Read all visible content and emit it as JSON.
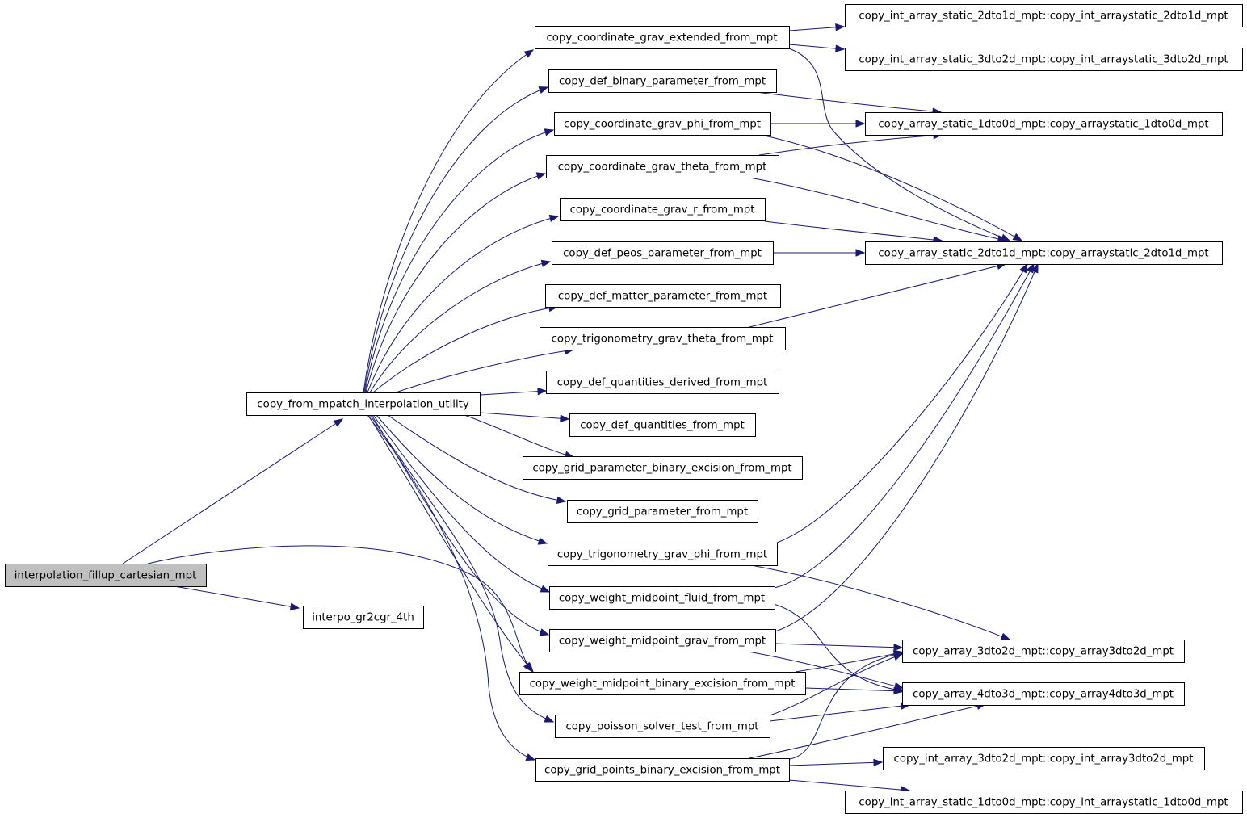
{
  "graph": {
    "root_color": "#bfbfbf",
    "edge_color": "#191970",
    "nodes": [
      {
        "id": "root",
        "label": "interpolation_fillup_cartesian_mpt",
        "root": true
      },
      {
        "id": "mpatch",
        "label": "copy_from_mpatch_interpolation_utility"
      },
      {
        "id": "interpo",
        "label": "interpo_gr2cgr_4th"
      },
      {
        "id": "coord_ext",
        "label": "copy_coordinate_grav_extended_from_mpt"
      },
      {
        "id": "def_binary",
        "label": "copy_def_binary_parameter_from_mpt"
      },
      {
        "id": "coord_phi",
        "label": "copy_coordinate_grav_phi_from_mpt"
      },
      {
        "id": "coord_theta",
        "label": "copy_coordinate_grav_theta_from_mpt"
      },
      {
        "id": "coord_r",
        "label": "copy_coordinate_grav_r_from_mpt"
      },
      {
        "id": "def_peos",
        "label": "copy_def_peos_parameter_from_mpt"
      },
      {
        "id": "def_matter",
        "label": "copy_def_matter_parameter_from_mpt"
      },
      {
        "id": "trig_theta",
        "label": "copy_trigonometry_grav_theta_from_mpt"
      },
      {
        "id": "def_qder",
        "label": "copy_def_quantities_derived_from_mpt"
      },
      {
        "id": "def_q",
        "label": "copy_def_quantities_from_mpt"
      },
      {
        "id": "grid_bin_exc",
        "label": "copy_grid_parameter_binary_excision_from_mpt"
      },
      {
        "id": "grid_param",
        "label": "copy_grid_parameter_from_mpt"
      },
      {
        "id": "trig_phi",
        "label": "copy_trigonometry_grav_phi_from_mpt"
      },
      {
        "id": "wm_fluid",
        "label": "copy_weight_midpoint_fluid_from_mpt"
      },
      {
        "id": "wm_grav",
        "label": "copy_weight_midpoint_grav_from_mpt"
      },
      {
        "id": "wm_bin",
        "label": "copy_weight_midpoint_binary_excision_from_mpt"
      },
      {
        "id": "poisson",
        "label": "copy_poisson_solver_test_from_mpt"
      },
      {
        "id": "gp_bin",
        "label": "copy_grid_points_binary_excision_from_mpt"
      },
      {
        "id": "int_2to1",
        "label": "copy_int_array_static_2dto1d_mpt::copy_int_arraystatic_2dto1d_mpt"
      },
      {
        "id": "int_3to2",
        "label": "copy_int_array_static_3dto2d_mpt::copy_int_arraystatic_3dto2d_mpt"
      },
      {
        "id": "arr_1to0",
        "label": "copy_array_static_1dto0d_mpt::copy_arraystatic_1dto0d_mpt"
      },
      {
        "id": "arr_2to1",
        "label": "copy_array_static_2dto1d_mpt::copy_arraystatic_2dto1d_mpt"
      },
      {
        "id": "arr_3to2",
        "label": "copy_array_3dto2d_mpt::copy_array3dto2d_mpt"
      },
      {
        "id": "arr_4to3",
        "label": "copy_array_4dto3d_mpt::copy_array4dto3d_mpt"
      },
      {
        "id": "int_arr_3to2",
        "label": "copy_int_array_3dto2d_mpt::copy_int_array3dto2d_mpt"
      },
      {
        "id": "int_1to0",
        "label": "copy_int_array_static_1dto0d_mpt::copy_int_arraystatic_1dto0d_mpt"
      }
    ],
    "edges": [
      {
        "from": "root",
        "to": "mpatch"
      },
      {
        "from": "root",
        "to": "wm_bin"
      },
      {
        "from": "root",
        "to": "interpo"
      },
      {
        "from": "mpatch",
        "to": "coord_ext"
      },
      {
        "from": "mpatch",
        "to": "def_binary"
      },
      {
        "from": "mpatch",
        "to": "coord_phi"
      },
      {
        "from": "mpatch",
        "to": "coord_theta"
      },
      {
        "from": "mpatch",
        "to": "coord_r"
      },
      {
        "from": "mpatch",
        "to": "def_peos"
      },
      {
        "from": "mpatch",
        "to": "def_matter"
      },
      {
        "from": "mpatch",
        "to": "trig_theta"
      },
      {
        "from": "mpatch",
        "to": "def_qder"
      },
      {
        "from": "mpatch",
        "to": "def_q"
      },
      {
        "from": "mpatch",
        "to": "grid_bin_exc"
      },
      {
        "from": "mpatch",
        "to": "grid_param"
      },
      {
        "from": "mpatch",
        "to": "trig_phi"
      },
      {
        "from": "mpatch",
        "to": "wm_fluid"
      },
      {
        "from": "mpatch",
        "to": "wm_grav"
      },
      {
        "from": "mpatch",
        "to": "wm_bin"
      },
      {
        "from": "mpatch",
        "to": "poisson"
      },
      {
        "from": "mpatch",
        "to": "gp_bin"
      },
      {
        "from": "coord_ext",
        "to": "int_2to1"
      },
      {
        "from": "coord_ext",
        "to": "int_3to2"
      },
      {
        "from": "coord_ext",
        "to": "arr_2to1"
      },
      {
        "from": "def_binary",
        "to": "arr_1to0"
      },
      {
        "from": "coord_phi",
        "to": "arr_1to0"
      },
      {
        "from": "coord_phi",
        "to": "arr_2to1"
      },
      {
        "from": "coord_theta",
        "to": "arr_1to0"
      },
      {
        "from": "coord_theta",
        "to": "arr_2to1"
      },
      {
        "from": "coord_r",
        "to": "arr_2to1"
      },
      {
        "from": "def_peos",
        "to": "arr_2to1"
      },
      {
        "from": "trig_theta",
        "to": "arr_2to1"
      },
      {
        "from": "trig_phi",
        "to": "arr_2to1"
      },
      {
        "from": "trig_phi",
        "to": "arr_3to2"
      },
      {
        "from": "wm_fluid",
        "to": "arr_2to1"
      },
      {
        "from": "wm_fluid",
        "to": "arr_4to3"
      },
      {
        "from": "wm_grav",
        "to": "arr_2to1"
      },
      {
        "from": "wm_grav",
        "to": "arr_3to2"
      },
      {
        "from": "wm_grav",
        "to": "arr_4to3"
      },
      {
        "from": "wm_bin",
        "to": "arr_3to2"
      },
      {
        "from": "wm_bin",
        "to": "arr_4to3"
      },
      {
        "from": "poisson",
        "to": "arr_3to2"
      },
      {
        "from": "poisson",
        "to": "arr_4to3"
      },
      {
        "from": "gp_bin",
        "to": "arr_3to2"
      },
      {
        "from": "gp_bin",
        "to": "arr_4to3"
      },
      {
        "from": "gp_bin",
        "to": "int_arr_3to2"
      },
      {
        "from": "gp_bin",
        "to": "int_1to0"
      }
    ]
  }
}
